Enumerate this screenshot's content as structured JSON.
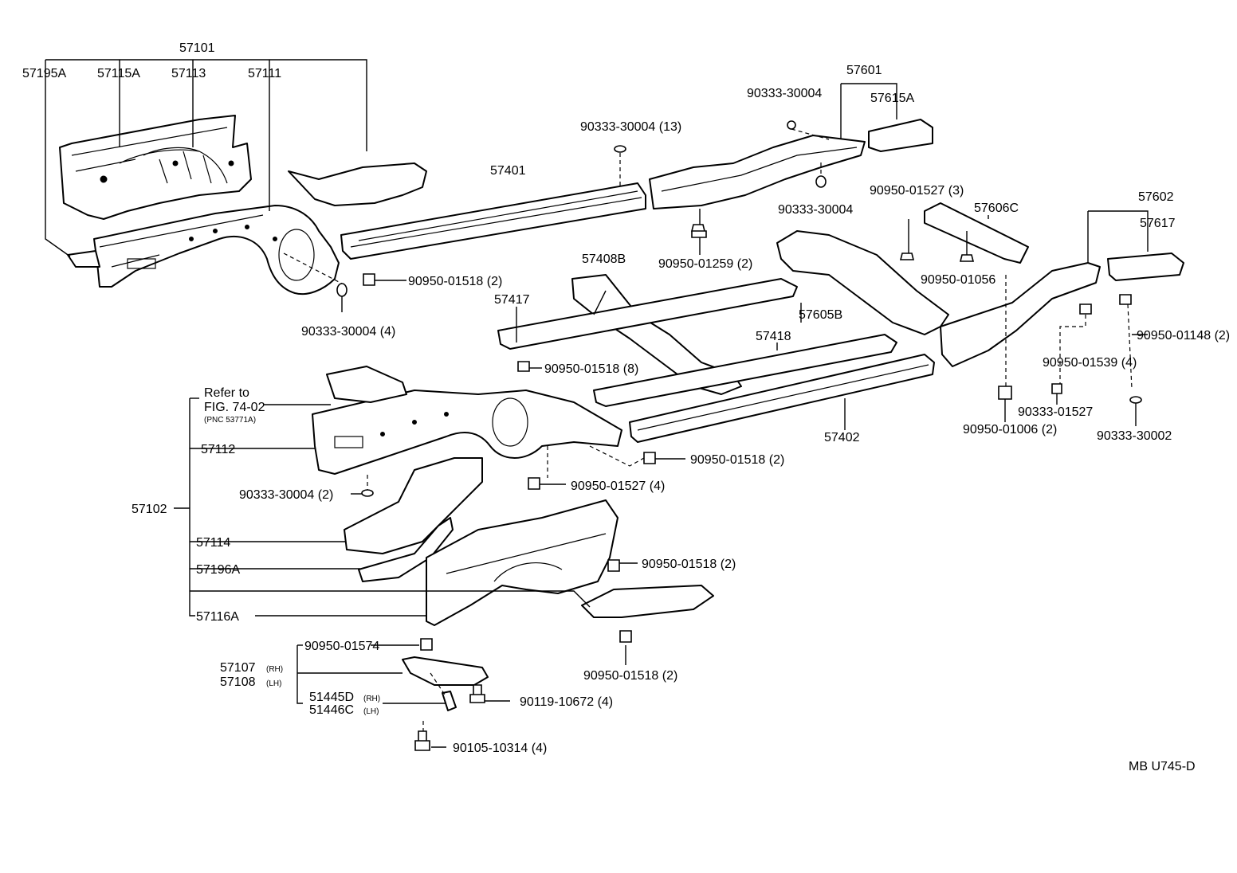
{
  "diagram_id": "MB U745-D",
  "labels": {
    "p57101": "57101",
    "p57195A": "57195A",
    "p57115A": "57115A",
    "p57113": "57113",
    "p57111": "57111",
    "p57601": "57601",
    "p90333_30004_a": "90333-30004",
    "p57615A": "57615A",
    "p90333_30004_13": "90333-30004 (13)",
    "p57401": "57401",
    "p90333_30004_b": "90333-30004",
    "p90950_01527_3": "90950-01527 (3)",
    "p57602": "57602",
    "p57606C": "57606C",
    "p57617": "57617",
    "p90950_01259_2": "90950-01259 (2)",
    "p57408B": "57408B",
    "p90950_01056": "90950-01056",
    "p90950_01518_2_a": "90950-01518 (2)",
    "p57417": "57417",
    "p57605B": "57605B",
    "p90333_30004_4": "90333-30004 (4)",
    "p90950_01148_2": "90950-01148 (2)",
    "p57418": "57418",
    "p90950_01539_4": "90950-01539 (4)",
    "p90950_01518_8": "90950-01518 (8)",
    "refer_to": "Refer to",
    "fig_ref": "FIG. 74-02",
    "pnc_ref": "(PNC 53771A)",
    "p90333_01527": "90333-01527",
    "p57402": "57402",
    "p90950_01006_2": "90950-01006 (2)",
    "p90333_30002": "90333-30002",
    "p57112": "57112",
    "p90950_01518_2_b": "90950-01518 (2)",
    "p90950_01527_4": "90950-01527 (4)",
    "p90333_30004_2": "90333-30004 (2)",
    "p57102": "57102",
    "p57114": "57114",
    "p90950_01518_2_c": "90950-01518 (2)",
    "p57196A": "57196A",
    "p57116A": "57116A",
    "p90950_01574": "90950-01574",
    "p90950_01518_2_d": "90950-01518 (2)",
    "p57107": "57107",
    "rh1": "(RH)",
    "p57108": "57108",
    "lh1": "(LH)",
    "p51445D": "51445D",
    "rh2": "(RH)",
    "p51446C": "51446C",
    "lh2": "(LH)",
    "p90119_10672_4": "90119-10672 (4)",
    "p90105_10314_4": "90105-10314 (4)"
  }
}
